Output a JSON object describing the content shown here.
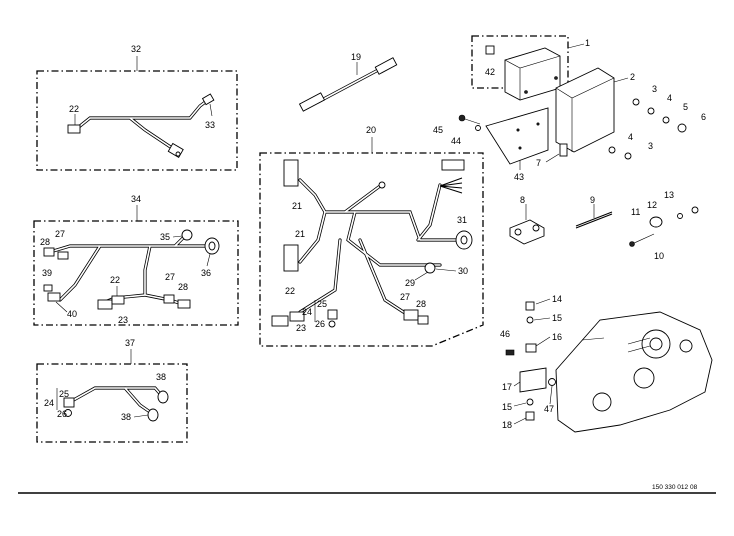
{
  "drawing": {
    "reference_number": "150 330 012 08"
  },
  "callouts": {
    "c1": "1",
    "c2": "2",
    "c3a": "3",
    "c3b": "3",
    "c4a": "4",
    "c4b": "4",
    "c5": "5",
    "c6": "6",
    "c7": "7",
    "c8": "8",
    "c9": "9",
    "c10": "10",
    "c11": "11",
    "c12": "12",
    "c13": "13",
    "c14": "14",
    "c15a": "15",
    "c15b": "15",
    "c16": "16",
    "c17": "17",
    "c18": "18",
    "c19": "19",
    "c20": "20",
    "c21a": "21",
    "c21b": "21",
    "c22a": "22",
    "c22b": "22",
    "c22c": "22",
    "c23a": "23",
    "c23b": "23",
    "c24a": "24",
    "c24b": "24",
    "c25a": "25",
    "c25b": "25",
    "c26a": "26",
    "c26b": "26",
    "c27a": "27",
    "c27b": "27",
    "c27c": "27",
    "c28a": "28",
    "c28b": "28",
    "c28c": "28",
    "c29": "29",
    "c30": "30",
    "c31": "31",
    "c32": "32",
    "c33": "33",
    "c34": "34",
    "c35": "35",
    "c36": "36",
    "c37": "37",
    "c38a": "38",
    "c38b": "38",
    "c39": "39",
    "c40": "40",
    "c42": "42",
    "c43": "43",
    "c44": "44",
    "c45": "45",
    "c46": "46",
    "c47": "47"
  },
  "colors": {
    "ink": "#000000",
    "paper": "#ffffff"
  }
}
